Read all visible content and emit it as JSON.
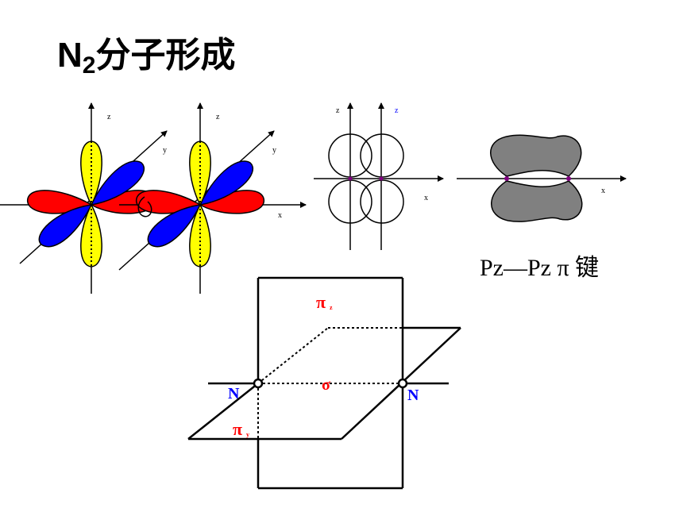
{
  "title": {
    "main": "N",
    "subscript": "2",
    "rest": "分子形成"
  },
  "orbital_axes": {
    "left_z": "z",
    "left_y": "y",
    "mid_z": "z",
    "mid_y": "y",
    "mid_x": "x"
  },
  "overlap_axes": {
    "z1": "z",
    "z2": "z",
    "x": "x"
  },
  "pi_bond_axes": {
    "x": "x"
  },
  "pi_bond_caption": "Pz—Pz π 键",
  "bond_diagram": {
    "pi_z": "π",
    "pi_z_sub": "z",
    "pi_y": "π",
    "pi_y_sub": "y",
    "sigma": "σ",
    "atom_left": "N",
    "atom_right": "N"
  },
  "colors": {
    "yellow_lobe": "#ffff00",
    "blue_lobe": "#0000ff",
    "red_lobe": "#ff0000",
    "pi_cloud": "#808080",
    "label_red": "#ff0000",
    "label_blue": "#0000ff"
  }
}
